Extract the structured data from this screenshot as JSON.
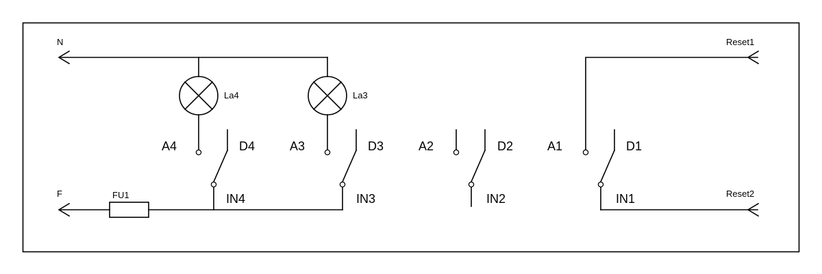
{
  "terminals": {
    "neutral": "N",
    "phase": "F",
    "reset_top": "Reset1",
    "reset_bottom": "Reset2"
  },
  "fuse": {
    "label": "FU1"
  },
  "lamps": [
    {
      "label": "La4"
    },
    {
      "label": "La3"
    }
  ],
  "relays": [
    {
      "nc_contact": "A4",
      "no_contact": "D4",
      "common": "IN4"
    },
    {
      "nc_contact": "A3",
      "no_contact": "D3",
      "common": "IN3"
    },
    {
      "nc_contact": "A2",
      "no_contact": "D2",
      "common": "IN2"
    },
    {
      "nc_contact": "A1",
      "no_contact": "D1",
      "common": "IN1"
    }
  ]
}
